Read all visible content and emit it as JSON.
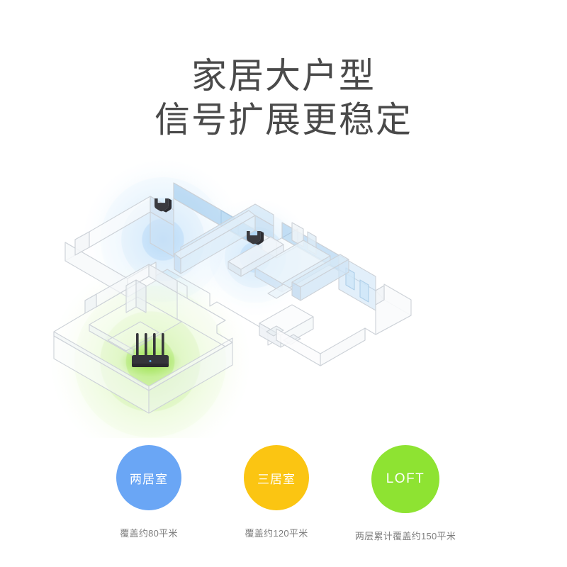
{
  "headline": {
    "line1": "家居大户型",
    "line2": "信号扩展更稳定"
  },
  "illustration": {
    "name": "isometric-floorplan-coverage",
    "description": "等轴测双层户型图，绿色路由器覆盖与两处蓝色信号扩展器覆盖",
    "devices": [
      {
        "type": "wifi-range-extender",
        "coverage_color": "#5CA8EC",
        "floor": "upper"
      },
      {
        "type": "wifi-range-extender",
        "coverage_color": "#5CA8EC",
        "floor": "upper"
      },
      {
        "type": "wifi-router",
        "coverage_color": "#8EE332",
        "floor": "lower",
        "antennas": 4
      }
    ],
    "wall_color": "#d2d6db",
    "blue_signal": "#5CA8EC",
    "green_signal": "#8EE332",
    "device_color": "#3a3a3f"
  },
  "badges": [
    {
      "label": "两居室",
      "caption": "覆盖约80平米",
      "color": "#6AA6F5"
    },
    {
      "label": "三居室",
      "caption": "覆盖约120平米",
      "color": "#FBC512"
    },
    {
      "label": "LOFT",
      "caption": "两层累计覆盖约150平米",
      "color": "#8EE332"
    }
  ],
  "colors": {
    "background": "#ffffff",
    "headline_text": "#4a4a4a",
    "caption_text": "#7d7d7d"
  }
}
